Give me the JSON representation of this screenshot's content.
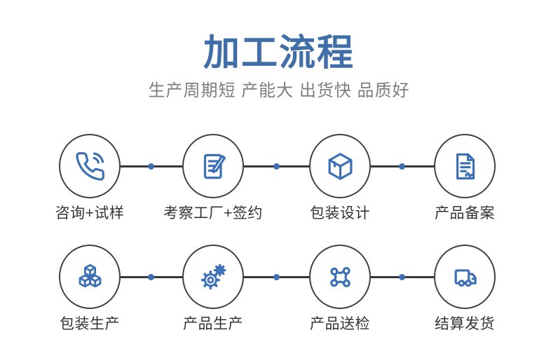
{
  "header": {
    "title": "加工流程",
    "subtitle": "生产周期短 产能大 出货快 品质好"
  },
  "colors": {
    "title_blue": "#406ea8",
    "subtitle_gray": "#7b7e82",
    "icon_blue": "#3b70b6",
    "dot_blue": "#3e6db2",
    "line_dark": "#33373c",
    "circle_border": "#3c4146",
    "label_dark": "#333436"
  },
  "rows": [
    {
      "steps": [
        {
          "label": "咨询+试样",
          "icon": "phone-call-icon"
        },
        {
          "label": "考察工厂+签约",
          "icon": "contract-signing-icon"
        },
        {
          "label": "包装设计",
          "icon": "package-cube-icon"
        },
        {
          "label": "产品备案",
          "icon": "document-filing-icon"
        }
      ]
    },
    {
      "steps": [
        {
          "label": "包装生产",
          "icon": "cubes-stack-icon"
        },
        {
          "label": "产品生产",
          "icon": "gears-icon"
        },
        {
          "label": "产品送检",
          "icon": "molecule-network-icon"
        },
        {
          "label": "结算发货",
          "icon": "delivery-truck-icon"
        }
      ]
    }
  ]
}
